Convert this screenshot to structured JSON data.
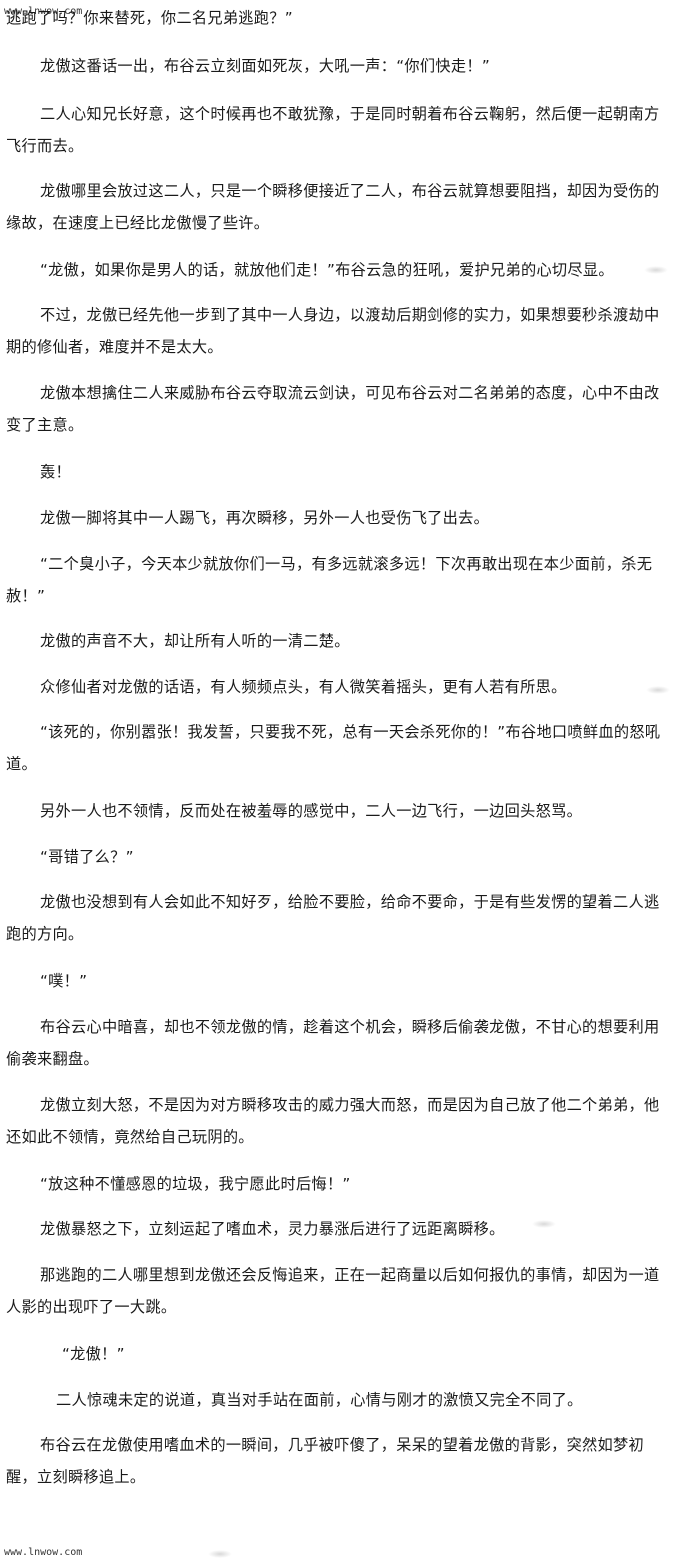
{
  "watermark": {
    "top": "www.lnwow.com",
    "bottom": "www.lnwow.com"
  },
  "paragraphs": [
    "逃跑了吗？你来替死，你二名兄弟逃跑？”",
    "龙傲这番话一出，布谷云立刻面如死灰，大吼一声：“你们快走！”",
    "二人心知兄长好意，这个时候再也不敢犹豫，于是同时朝着布谷云鞠躬，然后便一起朝南方飞行而去。",
    "龙傲哪里会放过这二人，只是一个瞬移便接近了二人，布谷云就算想要阻挡，却因为受伤的缘故，在速度上已经比龙傲慢了些许。",
    "“龙傲，如果你是男人的话，就放他们走！”布谷云急的狂吼，爱护兄弟的心切尽显。",
    "不过，龙傲已经先他一步到了其中一人身边，以渡劫后期剑修的实力，如果想要秒杀渡劫中期的修仙者，难度并不是太大。",
    "龙傲本想擒住二人来威胁布谷云夺取流云剑诀，可见布谷云对二名弟弟的态度，心中不由改变了主意。",
    "轰！",
    "龙傲一脚将其中一人踢飞，再次瞬移，另外一人也受伤飞了出去。",
    "“二个臭小子，今天本少就放你们一马，有多远就滚多远！下次再敢出现在本少面前，杀无赦！”",
    "龙傲的声音不大，却让所有人听的一清二楚。",
    "众修仙者对龙傲的话语，有人频频点头，有人微笑着摇头，更有人若有所思。",
    "“该死的，你别嚣张！我发誓，只要我不死，总有一天会杀死你的！”布谷地口喷鲜血的怒吼道。",
    "另外一人也不领情，反而处在被羞辱的感觉中，二人一边飞行，一边回头怒骂。",
    "“哥错了么？”",
    "龙傲也没想到有人会如此不知好歹，给脸不要脸，给命不要命，于是有些发愣的望着二人逃跑的方向。",
    "“噗！”",
    "布谷云心中暗喜，却也不领龙傲的情，趁着这个机会，瞬移后偷袭龙傲，不甘心的想要利用偷袭来翻盘。",
    "龙傲立刻大怒，不是因为对方瞬移攻击的威力强大而怒，而是因为自己放了他二个弟弟，他还如此不领情，竟然给自己玩阴的。",
    "“放这种不懂感恩的垃圾，我宁愿此时后悔！”",
    "龙傲暴怒之下，立刻运起了嗜血术，灵力暴涨后进行了远距离瞬移。",
    "那逃跑的二人哪里想到龙傲还会反悔追来，正在一起商量以后如何报仇的事情，却因为一道人影的出现吓了一大跳。",
    "“龙傲！”",
    "二人惊魂未定的说道，真当对手站在面前，心情与刚才的激愤又完全不同了。",
    "布谷云在龙傲使用嗜血术的一瞬间，几乎被吓傻了，呆呆的望着龙傲的背影，突然如梦初醒，立刻瞬移追上。"
  ]
}
